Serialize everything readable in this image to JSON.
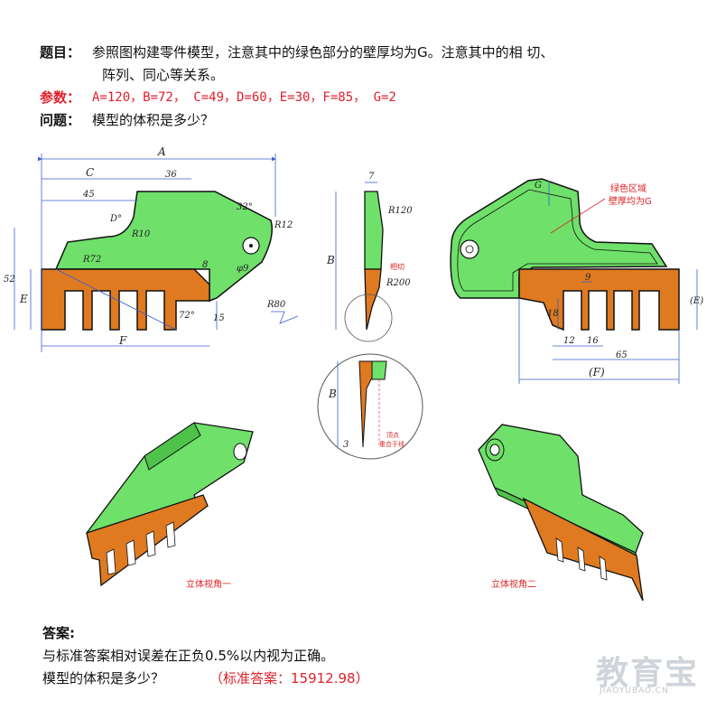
{
  "problem": {
    "title_label": "题目：",
    "text_line1": "参照图构建零件模型，注意其中的绿色部分的壁厚均为G。注意其中的相 切、",
    "text_line2": "阵列、同心等关系。",
    "params_label": "参数：",
    "params_value": "A=120，B=72， C=49，D=60，E=30，F=85， G=2",
    "question_label": "问题：",
    "question_text": "模型的体积是多少？"
  },
  "drawing": {
    "view1": {
      "A": "A",
      "C": "C",
      "d36": "36",
      "d45": "45",
      "D": "D°",
      "R10": "R10",
      "d32": "32°",
      "R12": "R12",
      "d52": "52",
      "R72": "R72",
      "d8": "8",
      "phi9": "φ9",
      "E": "E",
      "d72": "72°",
      "d15": "15",
      "R80": "R80",
      "F": "F"
    },
    "view2": {
      "d7": "7",
      "R120": "R120",
      "B": "B",
      "tangent": "相切",
      "R200": "R200"
    },
    "detail": {
      "B": "B",
      "d3": "3",
      "note1": "顶点",
      "note2": "重合于线"
    },
    "view3": {
      "G": "G",
      "note1": "绿色区域",
      "note2": "壁厚均为G",
      "d9": "9",
      "d18": "18",
      "d12": "12",
      "d16": "16",
      "d65": "65",
      "E": "(E)",
      "F": "(F)"
    },
    "iso1_caption": "立体视角一",
    "iso2_caption": "立体视角二"
  },
  "answer": {
    "label": "答案:",
    "line1": "与标准答案相对误差在正负0.5%以内视为正确。",
    "line2": "模型的体积是多少？",
    "standard": "（标准答案：15912.98）"
  },
  "watermark": {
    "brand": "教育宝",
    "url": "JIAOYUBAO.CN"
  },
  "colors": {
    "green": "#6fe06a",
    "orange": "#e07a20",
    "red": "#e0202a",
    "dim_blue": "#3a5fcd"
  }
}
